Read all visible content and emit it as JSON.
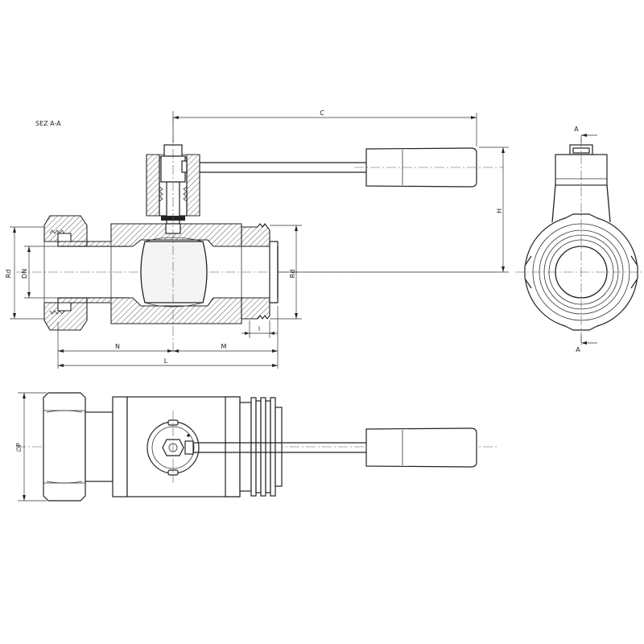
{
  "section_title": "SEZ  A-A",
  "dimensions": {
    "c": "C",
    "h": "H",
    "rd_left": "Rd",
    "dn": "DN",
    "rd_right": "Rd",
    "l_small": "l",
    "n": "N",
    "m": "M",
    "l_total": "L",
    "diameter_p": "∅P"
  },
  "section_markers": {
    "top": "A",
    "bottom": "A"
  }
}
